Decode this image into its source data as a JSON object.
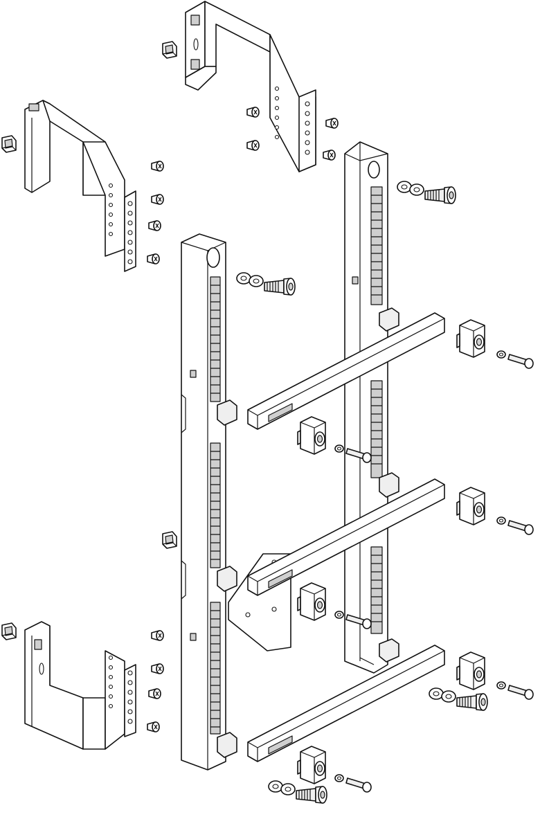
{
  "figure": {
    "type": "exploded-assembly-drawing",
    "line_color": "#111111",
    "background": "#ffffff",
    "parts": [
      "top-mounting-bracket",
      "upper-left-mounting-bracket",
      "lower-left-mounting-bracket",
      "left-vertical-profile",
      "right-vertical-profile",
      "horizontal-busbar-support",
      "busbar-clamp",
      "cage-nut",
      "tapping-screw",
      "socket-head-cap-screw",
      "washer"
    ],
    "busbar_support_count": 3,
    "vertical_profile_count": 2,
    "text_labels": []
  }
}
